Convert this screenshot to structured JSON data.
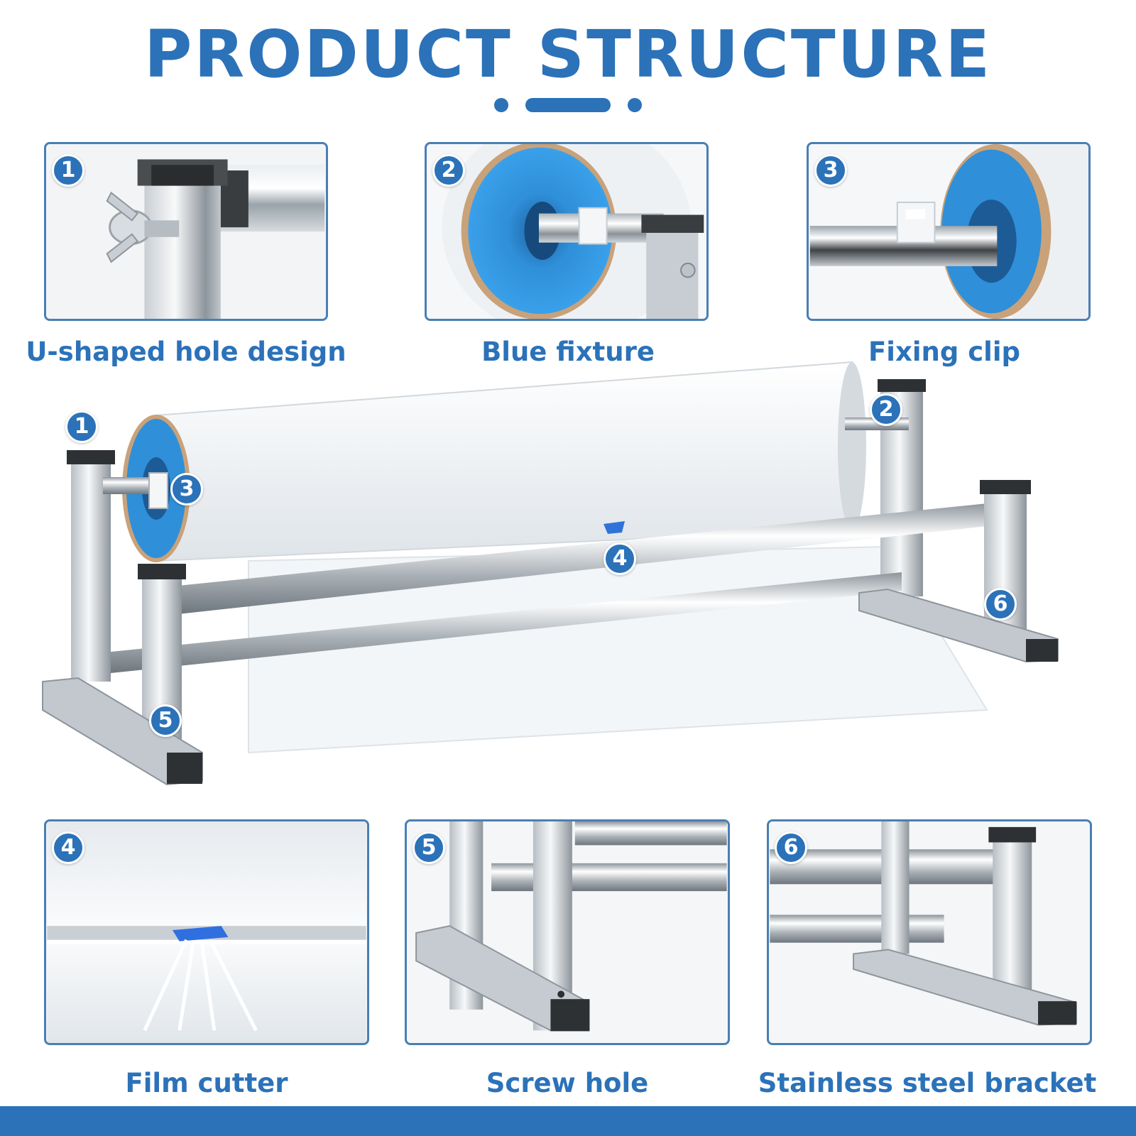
{
  "title": "PRODUCT STRUCTURE",
  "colors": {
    "accent": "#2b72b9",
    "panel_border": "#4a7fb3",
    "fixture_blue": "#2f8fd8"
  },
  "top_features": [
    {
      "number": "1",
      "label": "U-shaped hole design"
    },
    {
      "number": "2",
      "label": "Blue fixture"
    },
    {
      "number": "3",
      "label": "Fixing clip"
    }
  ],
  "main_callouts": [
    "1",
    "2",
    "3",
    "4",
    "5",
    "6"
  ],
  "bottom_features": [
    {
      "number": "4",
      "label": "Film cutter"
    },
    {
      "number": "5",
      "label": "Screw hole"
    },
    {
      "number": "6",
      "label": "Stainless steel bracket"
    }
  ]
}
